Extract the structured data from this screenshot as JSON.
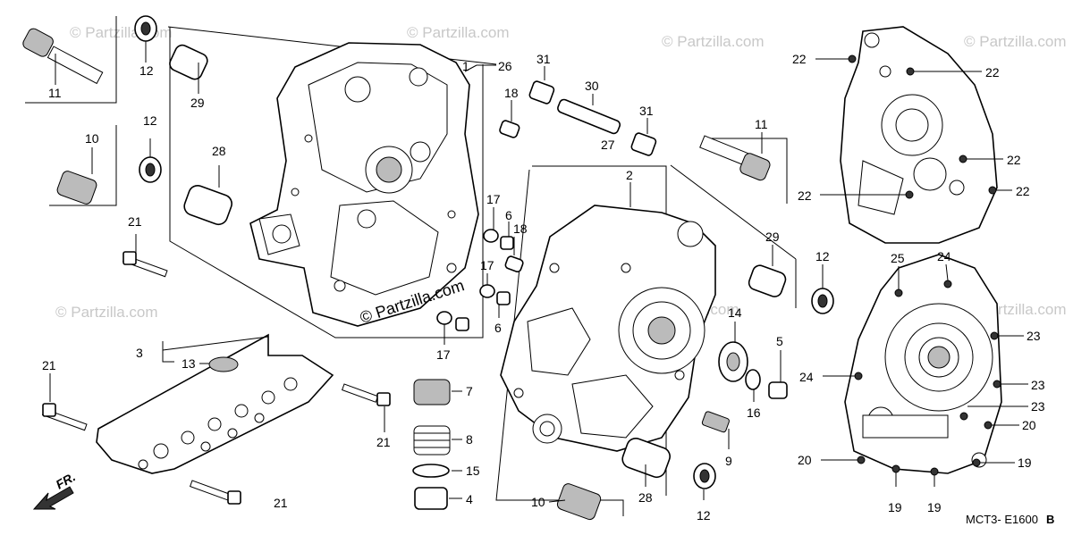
{
  "watermark": "© Partzilla.com",
  "center_watermark": "© Partzilla.com",
  "diagram_code": "MCT3- E1600",
  "diagram_code_suffix": "B",
  "front_marker": "FR.",
  "callouts": [
    {
      "id": "c1",
      "text": "1"
    },
    {
      "id": "c26",
      "text": "26"
    },
    {
      "id": "c11a",
      "text": "11"
    },
    {
      "id": "c12a",
      "text": "12"
    },
    {
      "id": "c29a",
      "text": "29"
    },
    {
      "id": "c12b",
      "text": "12"
    },
    {
      "id": "c10a",
      "text": "10"
    },
    {
      "id": "c28a",
      "text": "28"
    },
    {
      "id": "c21a",
      "text": "21"
    },
    {
      "id": "c31a",
      "text": "31"
    },
    {
      "id": "c30",
      "text": "30"
    },
    {
      "id": "c31b",
      "text": "31"
    },
    {
      "id": "c18a",
      "text": "18"
    },
    {
      "id": "c27",
      "text": "27"
    },
    {
      "id": "c2",
      "text": "2"
    },
    {
      "id": "c17a",
      "text": "17"
    },
    {
      "id": "c6a",
      "text": "6"
    },
    {
      "id": "c18b",
      "text": "18"
    },
    {
      "id": "c17b",
      "text": "17"
    },
    {
      "id": "c6b",
      "text": "6"
    },
    {
      "id": "c17c",
      "text": "17"
    },
    {
      "id": "c11b",
      "text": "11"
    },
    {
      "id": "c29b",
      "text": "29"
    },
    {
      "id": "c12c",
      "text": "12"
    },
    {
      "id": "c3",
      "text": "3"
    },
    {
      "id": "c13",
      "text": "13"
    },
    {
      "id": "c21b",
      "text": "21"
    },
    {
      "id": "c21c",
      "text": "21"
    },
    {
      "id": "c21d",
      "text": "21"
    },
    {
      "id": "c7",
      "text": "7"
    },
    {
      "id": "c8",
      "text": "8"
    },
    {
      "id": "c15",
      "text": "15"
    },
    {
      "id": "c4",
      "text": "4"
    },
    {
      "id": "c10b",
      "text": "10"
    },
    {
      "id": "c28b",
      "text": "28"
    },
    {
      "id": "c12d",
      "text": "12"
    },
    {
      "id": "c14",
      "text": "14"
    },
    {
      "id": "c5",
      "text": "5"
    },
    {
      "id": "c16",
      "text": "16"
    },
    {
      "id": "c9",
      "text": "9"
    },
    {
      "id": "c22a",
      "text": "22"
    },
    {
      "id": "c22b",
      "text": "22"
    },
    {
      "id": "c22c",
      "text": "22"
    },
    {
      "id": "c22d",
      "text": "22"
    },
    {
      "id": "c22e",
      "text": "22"
    },
    {
      "id": "c25",
      "text": "25"
    },
    {
      "id": "c24a",
      "text": "24"
    },
    {
      "id": "c23a",
      "text": "23"
    },
    {
      "id": "c24b",
      "text": "24"
    },
    {
      "id": "c23b",
      "text": "23"
    },
    {
      "id": "c23c",
      "text": "23"
    },
    {
      "id": "c20a",
      "text": "20"
    },
    {
      "id": "c20b",
      "text": "20"
    },
    {
      "id": "c19a",
      "text": "19"
    },
    {
      "id": "c19b",
      "text": "19"
    },
    {
      "id": "c19c",
      "text": "19"
    }
  ]
}
